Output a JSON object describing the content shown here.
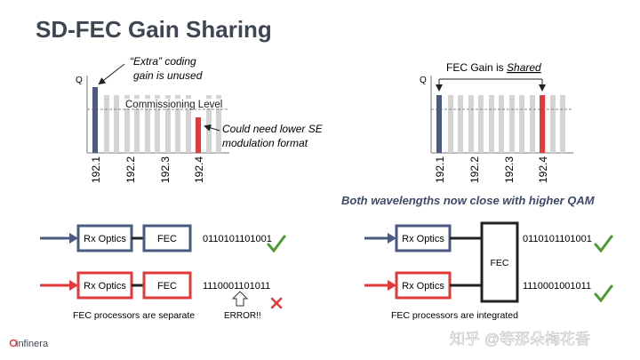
{
  "title": "SD-FEC Gain Sharing",
  "colors": {
    "blue": "#4a5a82",
    "red": "#e23a3a",
    "gray": "#d4d4d4",
    "green": "#4e9a2e"
  },
  "left_chart": {
    "axis_label": "Q",
    "extra_note_line1": "“Extra” coding",
    "extra_note_line2": "gain is unused",
    "level_label": "Commissioning Level",
    "lower_note_line1": "Could need lower SE",
    "lower_note_line2": "modulation format",
    "ticks": [
      "192.1",
      "192.2",
      "192.3",
      "192.4"
    ]
  },
  "right_chart": {
    "axis_label": "Q",
    "gain_prefix": "FEC Gain is ",
    "gain_emph": "Shared",
    "ticks": [
      "192.1",
      "192.2",
      "192.3",
      "192.4"
    ]
  },
  "caption": "Both wavelengths now close with higher QAM",
  "left_diagram": {
    "rx_top": "Rx Optics",
    "fec_top": "FEC",
    "bits_top": "0110101101001",
    "rx_bottom": "Rx Optics",
    "fec_bottom": "FEC",
    "bits_bottom": "1110001101011",
    "note": "FEC processors are separate",
    "error": "ERROR!!"
  },
  "right_diagram": {
    "rx_top": "Rx Optics",
    "rx_bottom": "Rx Optics",
    "fec": "FEC",
    "bits_top": "0110101101001",
    "bits_bottom": "1110001001011",
    "note": "FEC processors are integrated"
  },
  "logo": "infinera",
  "watermark": "知乎 @等那朵梅花香"
}
